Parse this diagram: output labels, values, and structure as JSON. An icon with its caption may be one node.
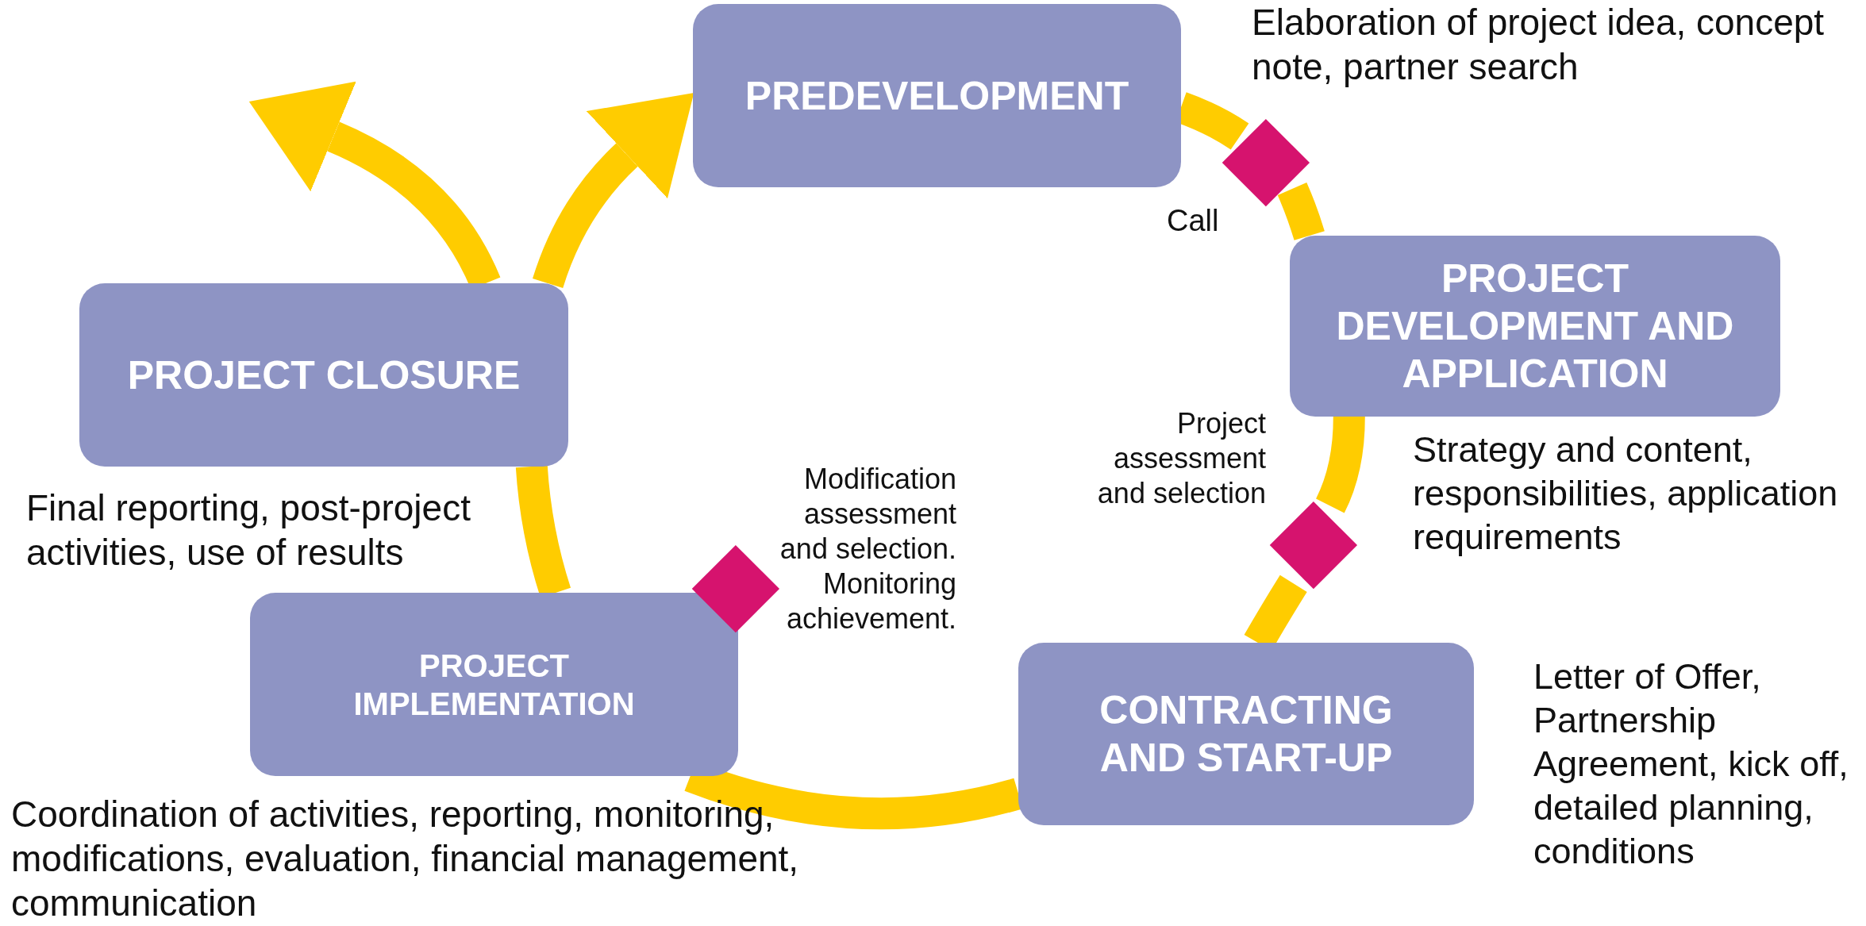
{
  "diagram": {
    "nodes": [
      {
        "text": [
          "PREDEVELOPMENT"
        ]
      },
      {
        "text": [
          "PROJECT DEVELOPMENT AND APPLICATION"
        ],
        "beside": [
          "Strategy and content, responsibilities, application requirements"
        ]
      },
      {
        "text": [
          "CONTRACTING AND START-UP"
        ],
        "beside": [
          "Letter of Offer, Partnership Agreement, kick off, detailed planning, conditions"
        ]
      },
      {
        "text": [
          "PROJECT IMPLEMENTATION"
        ],
        "beside": [
          "Coordination of activities, reporting, monitoring, modifications, evaluation, financial management, communication"
        ]
      },
      {
        "text": [
          "PROJECT CLOSURE"
        ],
        "beside": [
          "Final reporting, post-project activities, use of results"
        ]
      },
      {
        "text": [],
        "shape": "diamond",
        "beside": [
          "Call"
        ]
      },
      {
        "text": [],
        "shape": "diamond",
        "beside": [
          "Project assessment and selection"
        ]
      },
      {
        "text": [],
        "shape": "diamond",
        "beside": [
          "Modification assessment and selection. Monitoring achievement."
        ]
      }
    ],
    "edges": [
      {
        "from": 0,
        "to": 5,
        "arrow": "none"
      },
      {
        "from": 5,
        "to": 1,
        "arrow": "none"
      },
      {
        "from": 1,
        "to": 6,
        "arrow": "none"
      },
      {
        "from": 6,
        "to": 2,
        "arrow": "none"
      },
      {
        "from": 2,
        "to": 3,
        "arrow": "none"
      },
      {
        "from": 3,
        "to": 4,
        "arrow": "none"
      },
      {
        "from": 4,
        "to": 0,
        "arrow": "to"
      },
      {
        "from": 4,
        "to": null,
        "arrow": "to"
      }
    ],
    "labels": [
      "Elaboration of project idea, concept note, partner search"
    ]
  }
}
